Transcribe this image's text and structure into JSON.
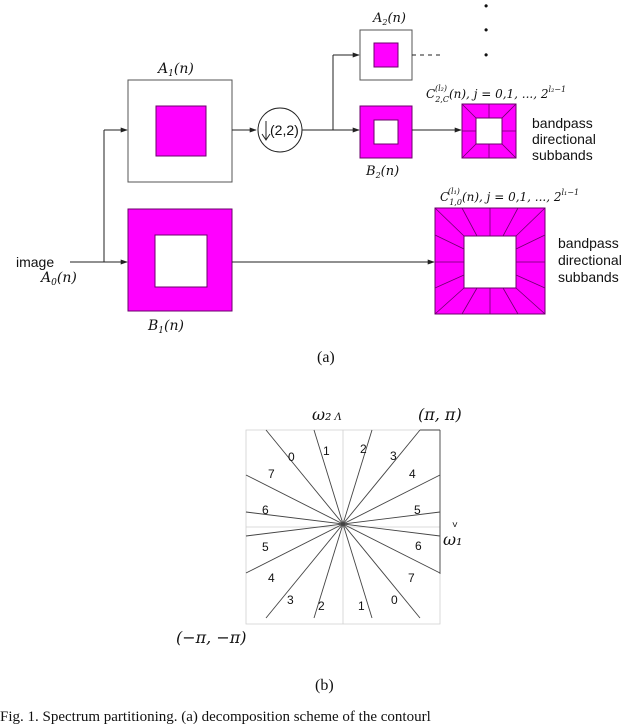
{
  "colors": {
    "subband": "#ff00ff",
    "outline": "#555555"
  },
  "diagram_a": {
    "input_label": "image",
    "A0": "A",
    "A0_sub": "0",
    "A0_arg": "(n)",
    "A1": "A",
    "A1_sub": "1",
    "A1_arg": "(n)",
    "A2": "A",
    "A2_sub": "2",
    "A2_arg": "(n)",
    "B1": "B",
    "B1_sub": "1",
    "B1_arg": "(n)",
    "B2": "B",
    "B2_sub": "2",
    "B2_arg": "(n)",
    "downsample": "(2,2)",
    "ellipsis_dots": "•",
    "C2_main": "C",
    "C2_sub": "2,C",
    "C2_sup": "(l₂)",
    "C2_rest": "(n), j = 0,1, ..., 2",
    "C2_exp": "l₂−1",
    "C1_main": "C",
    "C1_sub": "1,0",
    "C1_sup": "(l₁)",
    "C1_rest": "(n), j = 0,1, ..., 2",
    "C1_exp": "l₁−1",
    "bp1_line1": "bandpass",
    "bp1_line2": "directional",
    "bp1_line3": "subbands",
    "bp2_line1": "bandpass",
    "bp2_line2": "directional",
    "bp2_line3": "subbands",
    "caption": "(a)"
  },
  "diagram_b": {
    "omega2": "ω₂",
    "omega2_tick": "Λ",
    "omega1": "ω₁",
    "omega1_tick": "˅",
    "top_right": "(π, π)",
    "bottom_left": "(−π, −π)",
    "wedge_labels": [
      "0",
      "1",
      "2",
      "3",
      "4",
      "5",
      "6",
      "7",
      "0",
      "1",
      "2",
      "3",
      "4",
      "5",
      "6",
      "7"
    ],
    "caption": "(b)"
  },
  "footer_text": "Fig. 1.   Spectrum partitioning. (a) decomposition scheme of the contourl"
}
